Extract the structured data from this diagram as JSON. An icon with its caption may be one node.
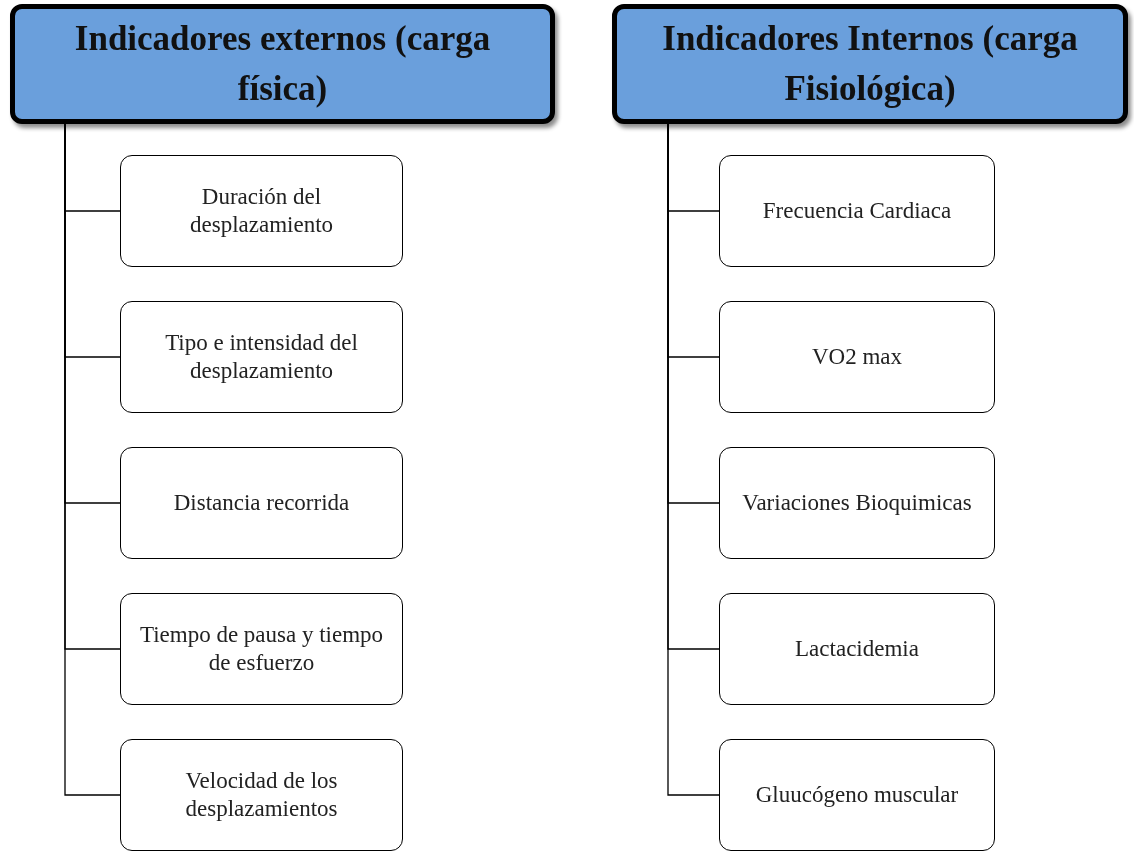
{
  "diagram": {
    "nodes": [
      {
        "text": [
          "Indicadores externos (carga física)"
        ]
      },
      {
        "text": [
          "Duración del desplazamiento"
        ]
      },
      {
        "text": [
          "Tipo e intensidad del desplazamiento"
        ]
      },
      {
        "text": [
          "Distancia recorrida"
        ]
      },
      {
        "text": [
          "Tiempo de pausa y tiempo de esfuerzo"
        ]
      },
      {
        "text": [
          "Velocidad de los desplazamientos"
        ]
      },
      {
        "text": [
          "Indicadores Internos (carga Fisiológica)"
        ]
      },
      {
        "text": [
          "Frecuencia Cardiaca"
        ]
      },
      {
        "text": [
          "VO2 max"
        ]
      },
      {
        "text": [
          "Variaciones Bioquimicas"
        ]
      },
      {
        "text": [
          "Lactacidemia"
        ]
      },
      {
        "text": [
          "Gluucógeno muscular"
        ]
      }
    ],
    "edges": [
      {
        "from": 0,
        "to": 1,
        "arrow": "none"
      },
      {
        "from": 0,
        "to": 2,
        "arrow": "none"
      },
      {
        "from": 0,
        "to": 3,
        "arrow": "none"
      },
      {
        "from": 0,
        "to": 4,
        "arrow": "none"
      },
      {
        "from": 0,
        "to": 5,
        "arrow": "none"
      },
      {
        "from": 6,
        "to": 7,
        "arrow": "none"
      },
      {
        "from": 6,
        "to": 8,
        "arrow": "none"
      },
      {
        "from": 6,
        "to": 9,
        "arrow": "none"
      },
      {
        "from": 6,
        "to": 10,
        "arrow": "none"
      },
      {
        "from": 6,
        "to": 11,
        "arrow": "none"
      }
    ]
  }
}
